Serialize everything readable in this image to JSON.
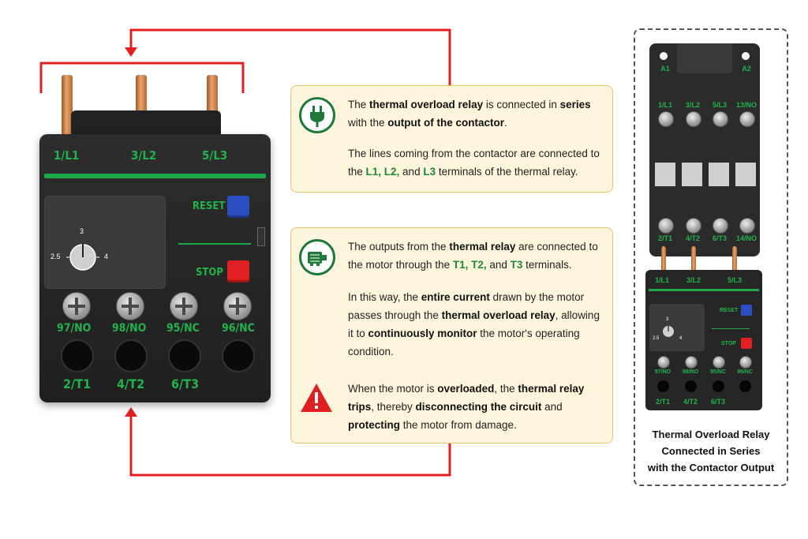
{
  "relay": {
    "top_terminals": [
      "1/L1",
      "3/L2",
      "5/L3"
    ],
    "reset_label": "RESET",
    "stop_label": "STOP",
    "dial_ticks": [
      "3",
      "2.5",
      "4"
    ],
    "aux_terminals": [
      "97/NO",
      "98/NO",
      "95/NC",
      "96/NC"
    ],
    "bottom_terminals": [
      "2/T1",
      "4/T2",
      "6/T3"
    ]
  },
  "callout1": {
    "icon": "plug-icon",
    "p1": [
      "The ",
      "thermal overload relay",
      " is connected in ",
      "series",
      " with the ",
      "output of the contactor",
      "."
    ],
    "p2": [
      "The lines coming from the contactor are connected to the ",
      "L1, L2,",
      " and ",
      "L3",
      " terminals of the thermal relay."
    ]
  },
  "callout2": {
    "icon": "motor-icon",
    "warning_icon": "warning-icon",
    "p1": [
      "The outputs from the ",
      "thermal relay",
      " are connected to the motor through the ",
      "T1, T2,",
      " and ",
      "T3",
      " terminals."
    ],
    "p2": [
      "In this way, the ",
      "entire current",
      " drawn by the motor passes through the ",
      "thermal overload relay",
      ", allowing it to ",
      "continuously monitor",
      " the motor's operating condition."
    ],
    "p3": [
      "When the motor is ",
      "overloaded",
      ", the ",
      "thermal relay trips",
      ", thereby ",
      "disconnecting the circuit",
      " and ",
      "protecting",
      " the motor from damage."
    ]
  },
  "contactor": {
    "coil_terminals": [
      "A1",
      "A2"
    ],
    "top_terminals": [
      "1/L1",
      "3/L2",
      "5/L3",
      "13/NO"
    ],
    "bottom_terminals": [
      "2/T1",
      "4/T2",
      "6/T3",
      "14/NO"
    ]
  },
  "mini_relay": {
    "top_terminals": [
      "1/L1",
      "3/L2",
      "5/L3"
    ],
    "reset_label": "RESET",
    "stop_label": "STOP",
    "dial_ticks": [
      "3",
      "2.5",
      "4"
    ],
    "aux_terminals": [
      "97/NO",
      "98/NO",
      "95/NC",
      "96/NC"
    ],
    "bottom_terminals": [
      "2/T1",
      "4/T2",
      "6/T3"
    ]
  },
  "caption": [
    "Thermal Overload Relay",
    "Connected in Series",
    "with the Contactor Output"
  ],
  "colors": {
    "arrow_red": "#e02020",
    "label_green": "#22b24c",
    "callout_bg": "#fdf5dc",
    "callout_border": "#e9c46a",
    "reset_blue": "#2a4fc0",
    "stop_red": "#e02020"
  }
}
